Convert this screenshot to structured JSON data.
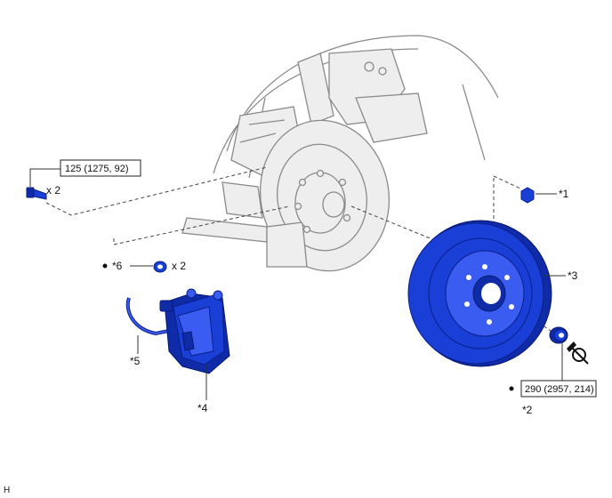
{
  "labels": {
    "p1": "*1",
    "p2": "*2",
    "p3": "*3",
    "p4": "*4",
    "p5": "*5",
    "p6": "*6",
    "qty_bolt": "x 2",
    "qty_washer": "x 2",
    "corner": "H"
  },
  "torque": {
    "bolt": "125 (1275, 92)",
    "nut": "290 (2957, 214)"
  },
  "icons": {
    "new_part": "bullet-dot-icon",
    "nut_tool": "socket-wrench-icon"
  },
  "colors": {
    "part_highlight": "#1a3fd6",
    "background_parts": "#8a8a8a"
  }
}
